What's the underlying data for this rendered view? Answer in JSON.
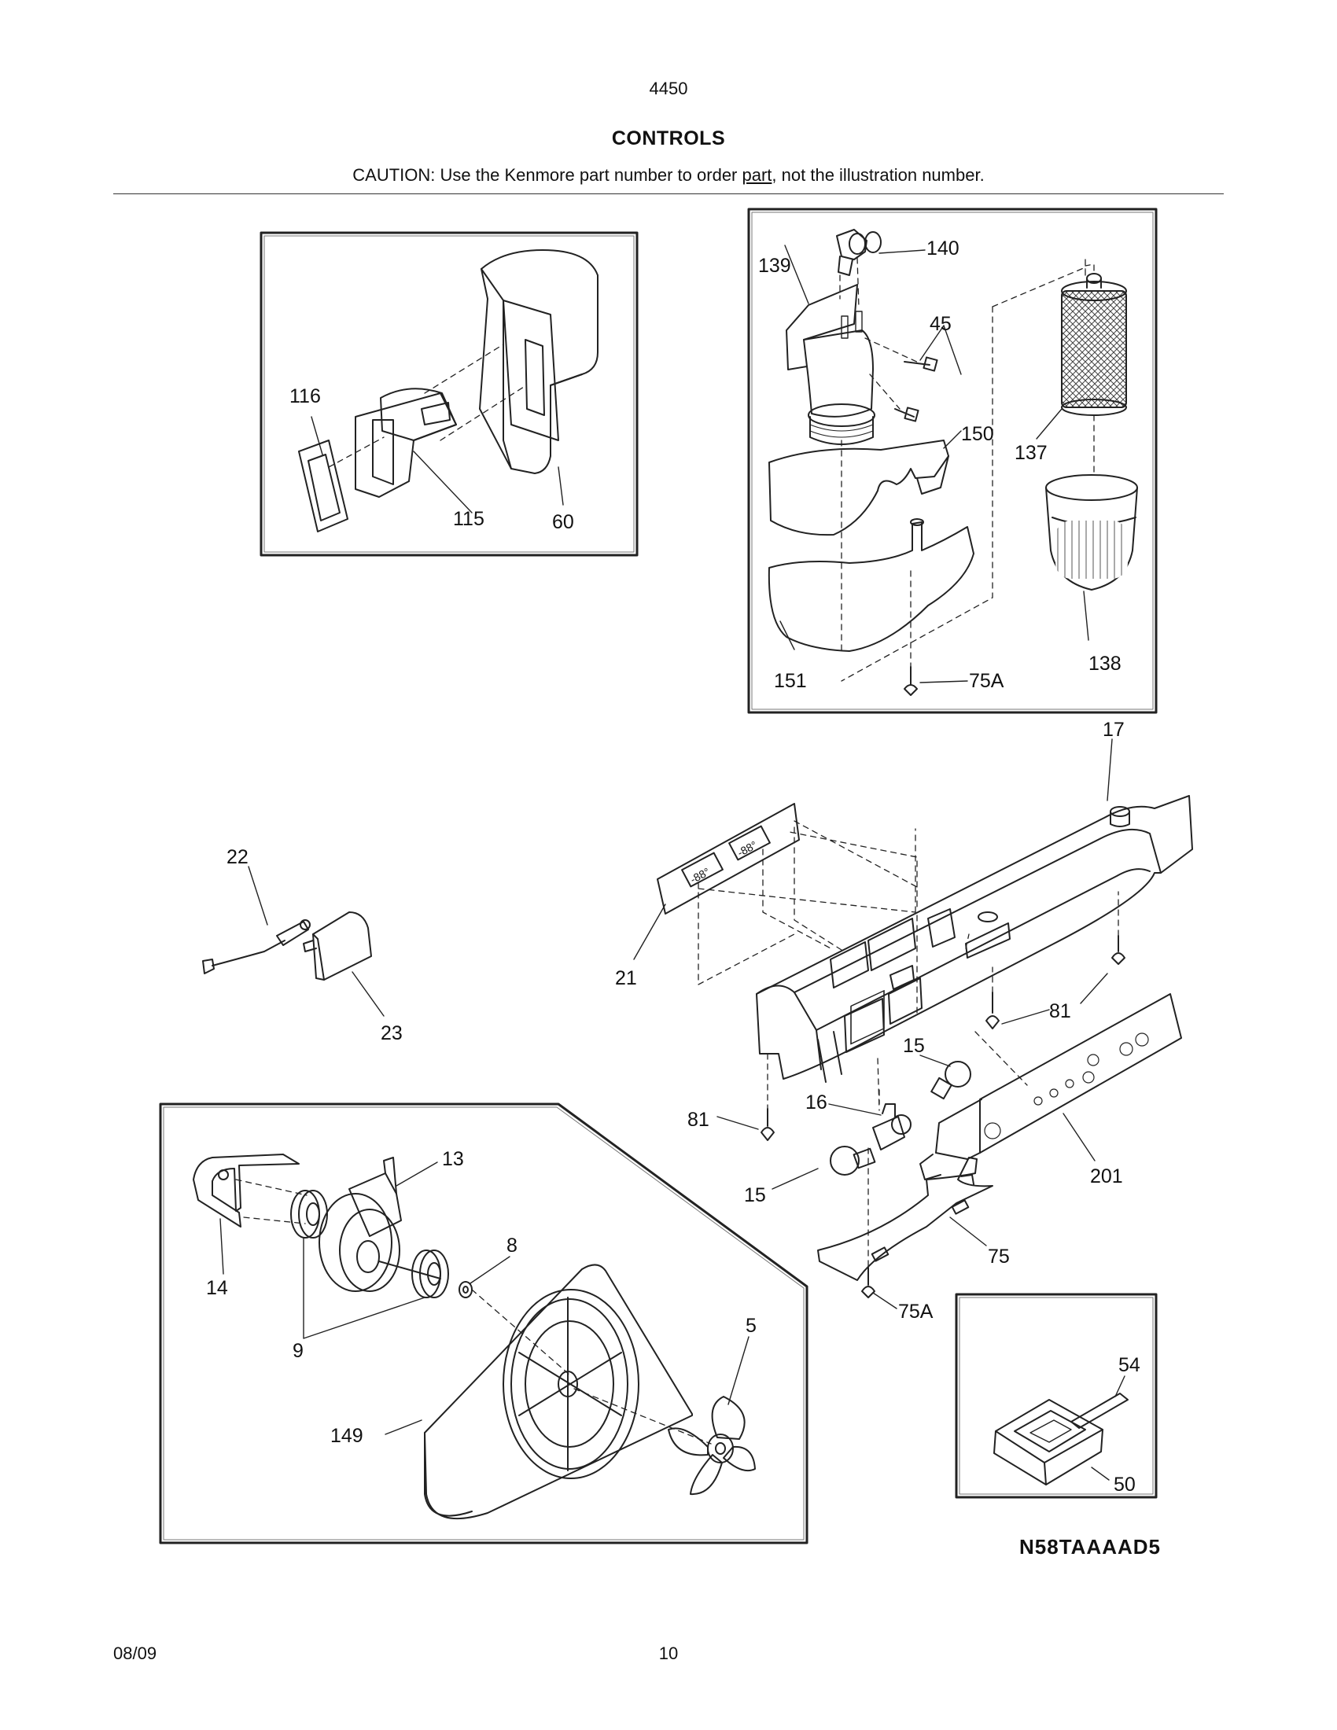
{
  "header": {
    "model": "4450",
    "section_title": "CONTROLS",
    "caution_before": "CAUTION: Use the Kenmore part number to order ",
    "caution_link": "part",
    "caution_after": ", not the illustration number."
  },
  "footer": {
    "date": "08/09",
    "page_number": "10",
    "diagram_code": "N58TAAAAD5"
  },
  "callouts": {
    "c116": "116",
    "c115": "115",
    "c60": "60",
    "c139": "139",
    "c140": "140",
    "c45": "45",
    "c150": "150",
    "c137": "137",
    "c138": "138",
    "c151": "151",
    "c75a_top": "75A",
    "c17": "17",
    "c22": "22",
    "c23": "23",
    "c21": "21",
    "c81_right": "81",
    "c15_top": "15",
    "c16": "16",
    "c81_left": "81",
    "c201": "201",
    "c15_bottom": "15",
    "c75": "75",
    "c75a_bottom": "75A",
    "c13": "13",
    "c14": "14",
    "c8": "8",
    "c9": "9",
    "c5": "5",
    "c149": "149",
    "c54": "54",
    "c50": "50"
  },
  "display_readouts": [
    "-88°",
    "-88°"
  ]
}
